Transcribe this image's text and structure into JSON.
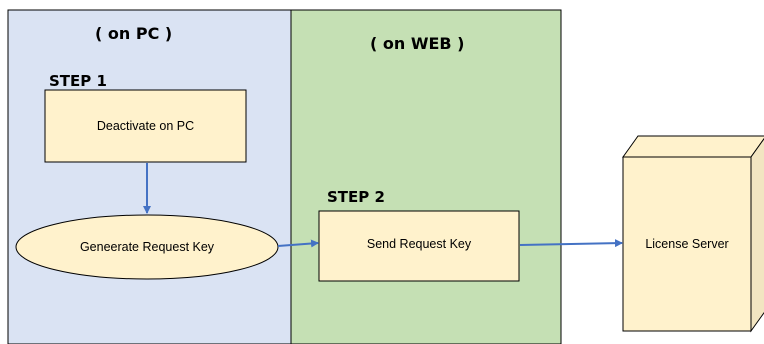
{
  "panels": {
    "pc": {
      "title": "( on PC )",
      "color": "#dae3f3"
    },
    "web": {
      "title": "( on WEB )",
      "color": "#c5e0b4"
    }
  },
  "steps": {
    "step1": "STEP 1",
    "step2": "STEP 2"
  },
  "nodes": {
    "deactivate": "Deactivate on PC",
    "generate": "Geneerate Request Key",
    "send": "Send Request Key",
    "server": "License Server"
  },
  "colors": {
    "box_fill": "#fff2cc",
    "arrow": "#4472c4",
    "border": "#000000"
  }
}
